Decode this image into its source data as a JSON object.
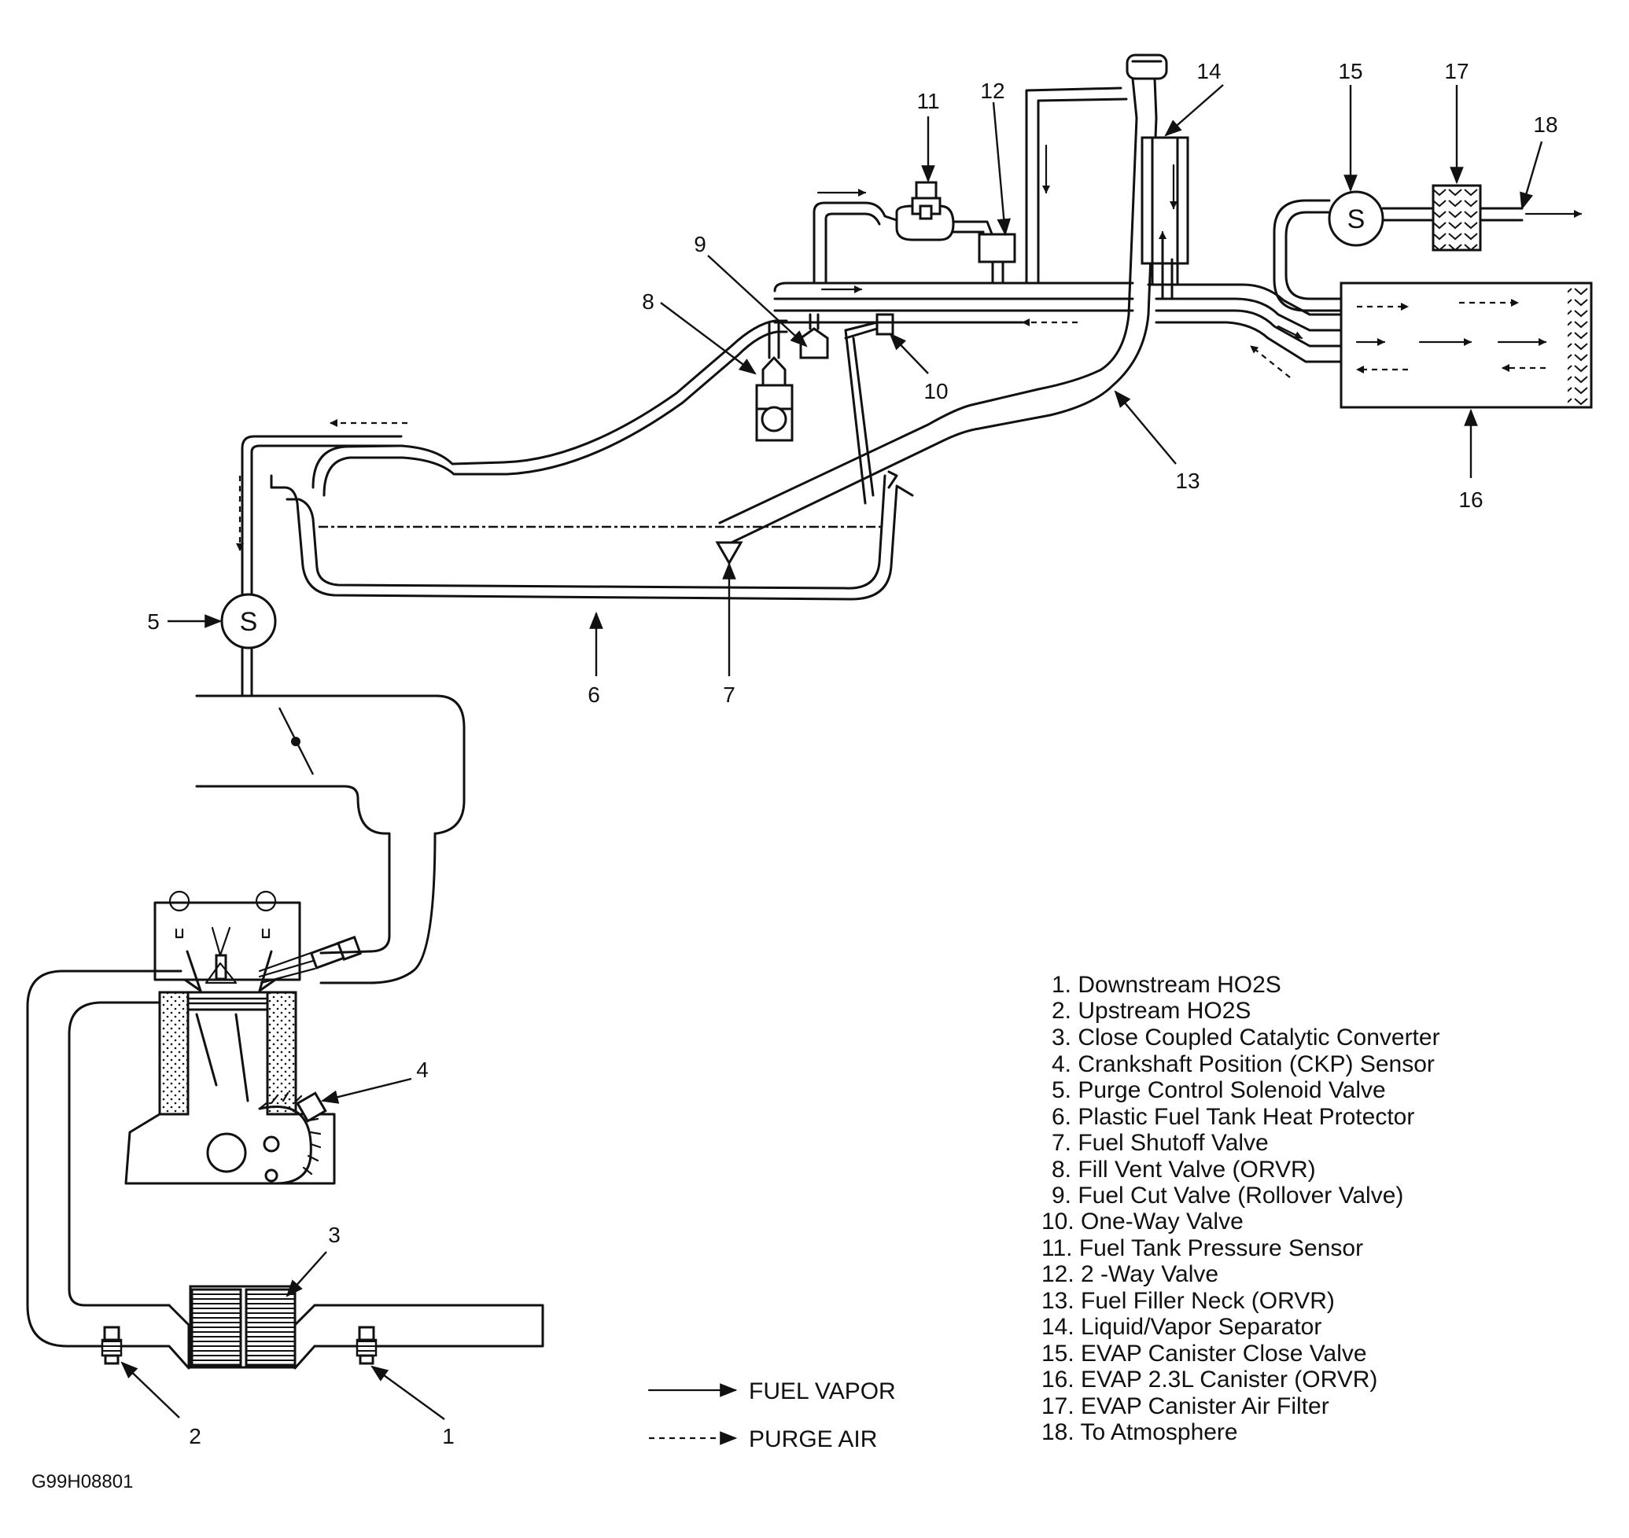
{
  "figure_id": "G99H08801",
  "callouts": [
    {
      "id": "1",
      "label": "1"
    },
    {
      "id": "2",
      "label": "2"
    },
    {
      "id": "3",
      "label": "3"
    },
    {
      "id": "4",
      "label": "4"
    },
    {
      "id": "5",
      "label": "5"
    },
    {
      "id": "6",
      "label": "6"
    },
    {
      "id": "7",
      "label": "7"
    },
    {
      "id": "8",
      "label": "8"
    },
    {
      "id": "9",
      "label": "9"
    },
    {
      "id": "10",
      "label": "10"
    },
    {
      "id": "11",
      "label": "11"
    },
    {
      "id": "12",
      "label": "12"
    },
    {
      "id": "13",
      "label": "13"
    },
    {
      "id": "14",
      "label": "14"
    },
    {
      "id": "15",
      "label": "15"
    },
    {
      "id": "16",
      "label": "16"
    },
    {
      "id": "17",
      "label": "17"
    },
    {
      "id": "18",
      "label": "18"
    }
  ],
  "solenoid_symbol": "S",
  "legend": [
    "1. Downstream HO2S",
    "2. Upstream HO2S",
    "3. Close Coupled Catalytic Converter",
    "4. Crankshaft Position (CKP) Sensor",
    "5. Purge Control Solenoid Valve",
    "6. Plastic Fuel Tank Heat Protector",
    "7. Fuel Shutoff Valve",
    "8. Fill Vent Valve (ORVR)",
    "9. Fuel Cut Valve (Rollover Valve)",
    "10. One-Way Valve",
    "11. Fuel Tank Pressure Sensor",
    "12. 2 -Way Valve",
    "13. Fuel Filler Neck (ORVR)",
    "14. Liquid/Vapor Separator",
    "15. EVAP Canister Close Valve",
    "16. EVAP 2.3L Canister (ORVR)",
    "17. EVAP Canister Air Filter",
    "18. To Atmosphere"
  ],
  "key": {
    "fuel_vapor": "FUEL VAPOR",
    "purge_air": "PURGE AIR"
  }
}
